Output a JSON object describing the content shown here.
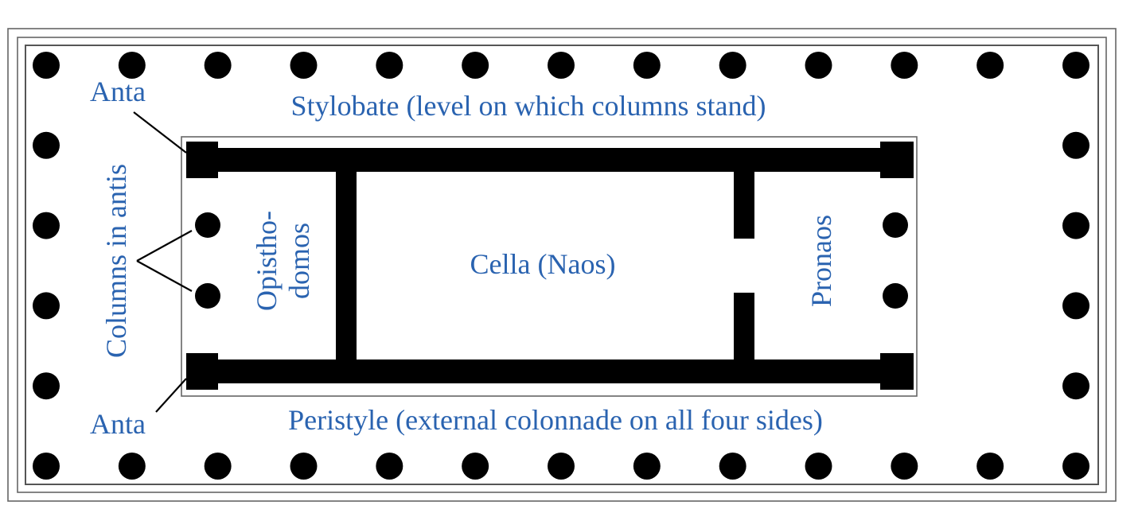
{
  "colors": {
    "label": "#2a63b0",
    "structure": "#000000",
    "outline": "#555555"
  },
  "labels": {
    "anta_top": "Anta",
    "anta_bottom": "Anta",
    "stylobate": "Stylobate (level on which columns stand)",
    "peristyle": "Peristyle (external colonnade on all four sides)",
    "columns_in_antis": "Columns in antis",
    "opisthodomos_line1": "Opistho-",
    "opisthodomos_line2": "domos",
    "cella": "Cella (Naos)",
    "pronaos": "Pronaos"
  }
}
